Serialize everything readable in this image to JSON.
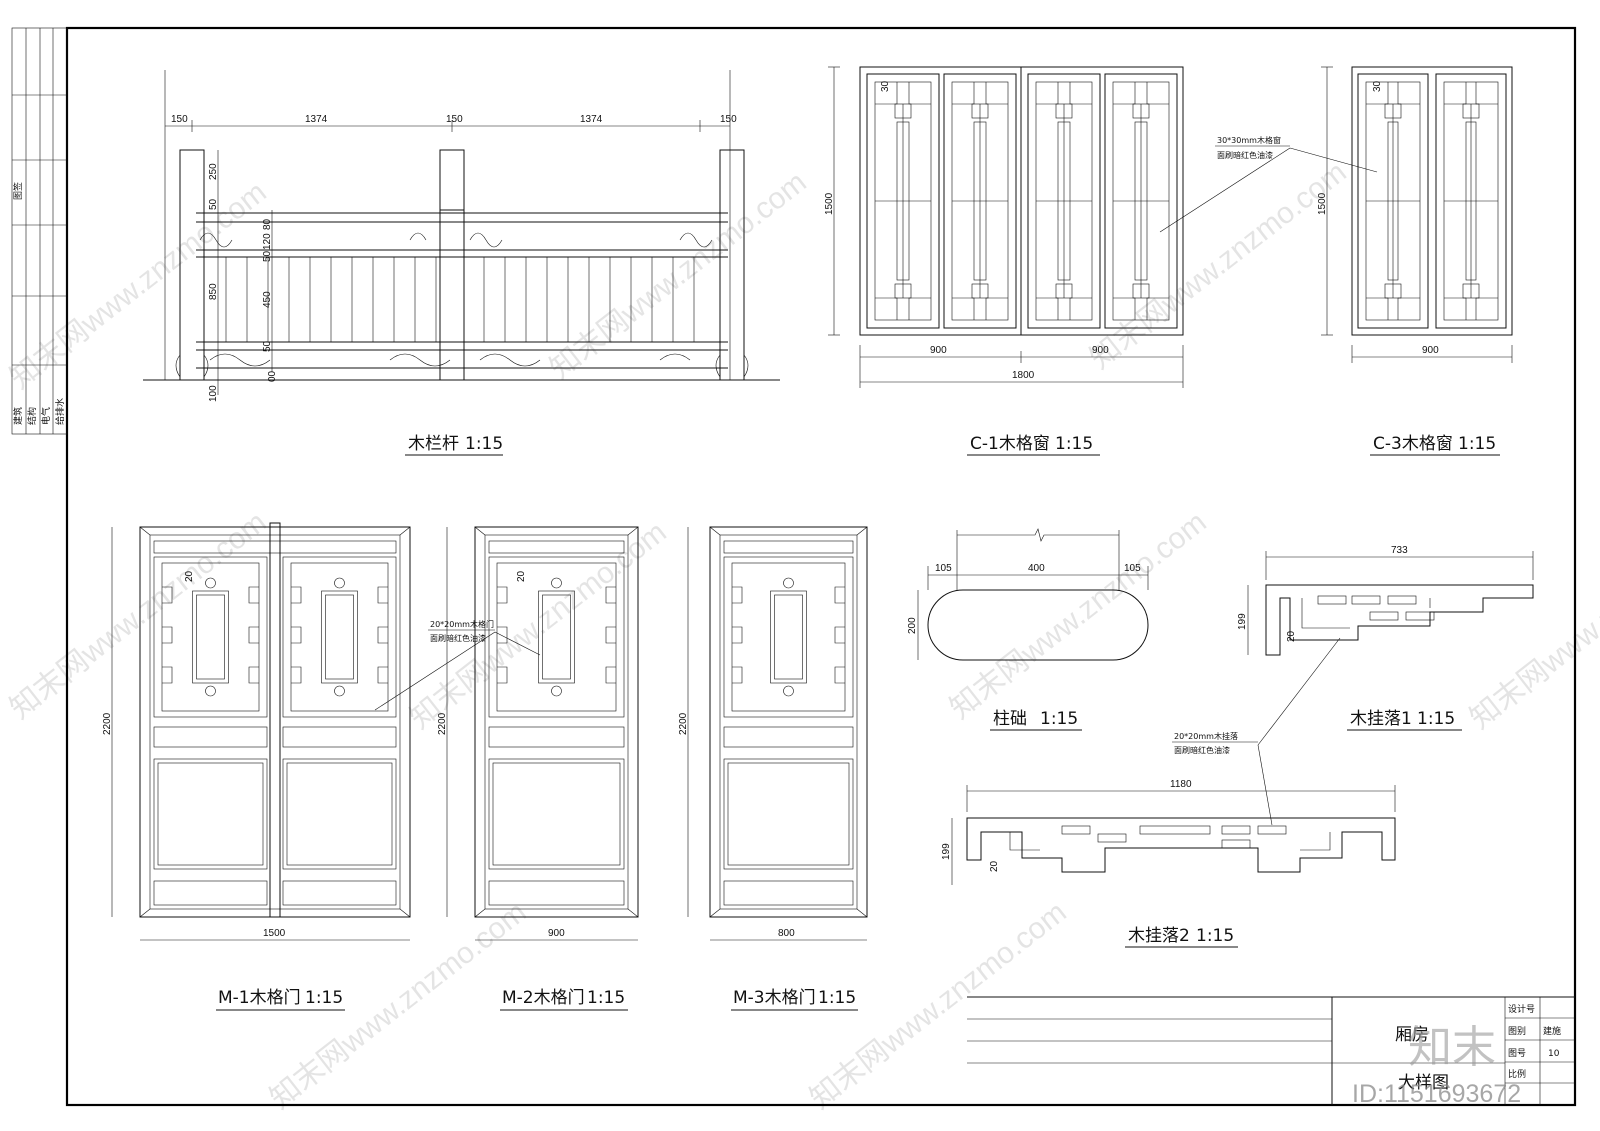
{
  "left_strip": {
    "top_label": "图签",
    "labels": [
      "建筑",
      "结构",
      "电气",
      "给排水"
    ]
  },
  "railing": {
    "title": "木栏杆",
    "scale": "1:15",
    "dims_top": [
      "150",
      "1374",
      "150",
      "1374",
      "150"
    ],
    "dims_left": [
      "250",
      "50",
      "80",
      "120",
      "50",
      "850",
      "450",
      "50",
      "100",
      "00"
    ]
  },
  "window_c1": {
    "title": "C-1木格窗",
    "scale": "1:15",
    "dims": [
      "30",
      "1500",
      "900",
      "900",
      "1800"
    ],
    "note_line1": "30*30mm木格窗",
    "note_line2": "面刷暗红色油漆"
  },
  "window_c3": {
    "title": "C-3木格窗",
    "scale": "1:15",
    "dims": [
      "30",
      "1500",
      "900"
    ]
  },
  "door_m1": {
    "title": "M-1木格门",
    "scale": "1:15",
    "dims": [
      "2200",
      "20",
      "1500"
    ],
    "note_line1": "20*20mm木格门",
    "note_line2": "面刷暗红色油漆"
  },
  "door_m2": {
    "title": "M-2木格门",
    "scale": "1:15",
    "dims": [
      "2200",
      "20",
      "900"
    ]
  },
  "door_m3": {
    "title": "M-3木格门",
    "scale": "1:15",
    "dims": [
      "2200",
      "800"
    ]
  },
  "column_base": {
    "title": "柱础",
    "scale": "1:15",
    "dims": [
      "105",
      "400",
      "105",
      "200"
    ]
  },
  "hanging1": {
    "title": "木挂落1",
    "scale": "1:15",
    "dims": [
      "733",
      "199",
      "20"
    ],
    "note_line1": "20*20mm木挂落",
    "note_line2": "面刷暗红色油漆"
  },
  "hanging2": {
    "title": "木挂落2",
    "scale": "1:15",
    "dims": [
      "1180",
      "199",
      "20"
    ]
  },
  "title_block": {
    "project": "厢房",
    "drawing": "大样图",
    "row_labels": [
      "设计号",
      "图别",
      "图号",
      "比例"
    ],
    "row_values": [
      "",
      "建施",
      "10",
      ""
    ]
  },
  "watermark": {
    "logo": "知末",
    "id": "ID:1151693672",
    "site": "知末网www.znzmo.com"
  }
}
